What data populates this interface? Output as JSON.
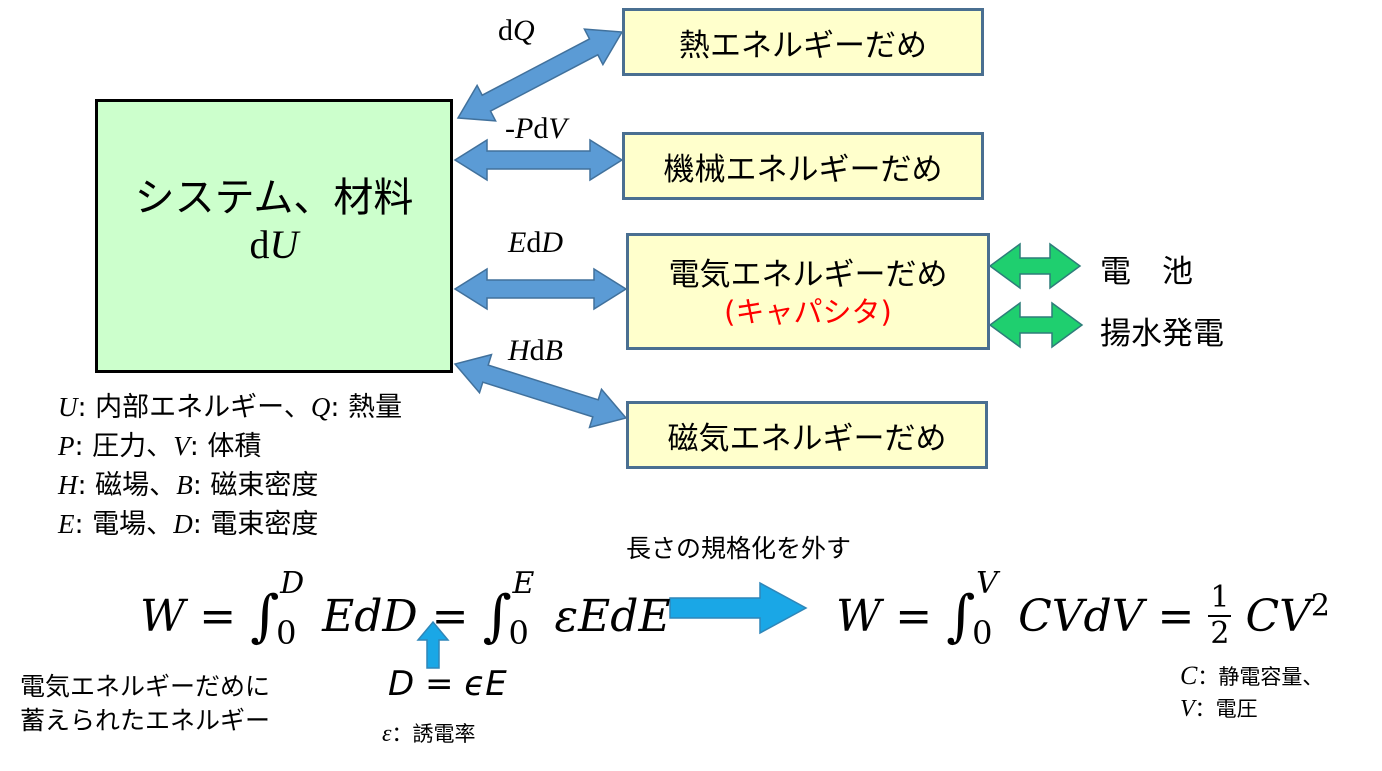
{
  "colors": {
    "system_fill": "#ccffcc",
    "system_border": "#000000",
    "store_fill": "#ffffcc",
    "store_border": "#4a6f91",
    "flow_arrow": "#5b9bd5",
    "flow_arrow_stroke": "#41719c",
    "ext_arrow": "#1fcf6f",
    "ext_arrow_stroke": "#2e7d7a",
    "highlight_arrow": "#1aa7e6",
    "capacitor_text": "#ff0000"
  },
  "system": {
    "title": "システム、材料",
    "du_prefix": "d",
    "du_var": "U"
  },
  "flows": [
    {
      "prefix": "d",
      "var": "Q",
      "suffix": "",
      "pre": ""
    },
    {
      "pre": "-",
      "var": "P",
      "prefix": "d",
      "suffix": "V"
    },
    {
      "pre": "",
      "var": "E",
      "prefix": "d",
      "suffix": "D"
    },
    {
      "pre": "",
      "var": "H",
      "prefix": "d",
      "suffix": "B"
    }
  ],
  "stores": [
    {
      "label": "熱エネルギーだめ"
    },
    {
      "label": "機械エネルギーだめ"
    },
    {
      "label": "電気エネルギーだめ",
      "sub": "(キャパシタ)"
    },
    {
      "label": "磁気エネルギーだめ"
    }
  ],
  "external": [
    {
      "label": "電　池"
    },
    {
      "label": "揚水発電"
    }
  ],
  "legend": [
    {
      "v1": "U",
      "t1": ": 内部エネルギー、",
      "v2": "Q",
      "t2": ": 熱量"
    },
    {
      "v1": "P",
      "t1": ": 圧力、",
      "v2": "V",
      "t2": ": 体積"
    },
    {
      "v1": "H",
      "t1": ": 磁場、",
      "v2": "B",
      "t2": ": 磁束密度"
    },
    {
      "v1": "E",
      "t1": ": 電場、",
      "v2": "D",
      "t2": ": 電束密度"
    }
  ],
  "equations": {
    "left": {
      "lhs": "W",
      "eq": "=",
      "int1_upper": "D",
      "int1_lower": "0",
      "int1_body": "EdD",
      "eq2": "=",
      "int2_upper": "E",
      "int2_lower": "0",
      "int2_body": "εEdE"
    },
    "transform_label": "長さの規格化を外す",
    "right": {
      "lhs": "W",
      "eq": "=",
      "int_upper": "V",
      "int_lower": "0",
      "int_body": "CVdV",
      "eq2": "=",
      "frac_num": "1",
      "frac_den": "2",
      "tail": "CV",
      "power": "2"
    },
    "relation": "D = ϵE",
    "permittivity_var": "ε",
    "permittivity_text": "：誘電率",
    "stored_energy_line1": "電気エネルギーだめに",
    "stored_energy_line2": "蓄えられたエネルギー",
    "capacitance_var": "C",
    "capacitance_text": "：静電容量、",
    "voltage_var": "V",
    "voltage_text": "：電圧"
  }
}
